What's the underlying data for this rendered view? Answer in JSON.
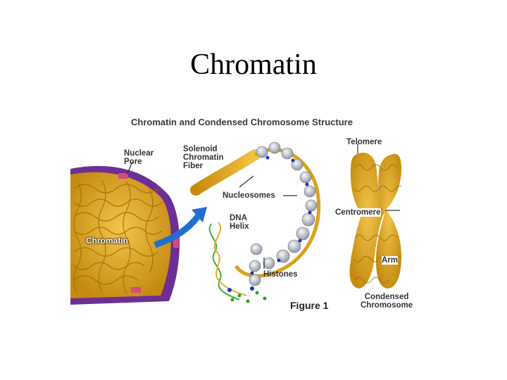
{
  "slide": {
    "title": "Chromatin"
  },
  "figure": {
    "title": "Chromatin and Condensed Chromosome Structure",
    "caption": "Figure 1",
    "labels": {
      "nuclear_pore": [
        "Nuclear",
        "Pore"
      ],
      "solenoid": [
        "Solenoid",
        "Chromatin",
        "Fiber"
      ],
      "nucleosomes": "Nucleosomes",
      "dna_helix": [
        "DNA",
        "Helix"
      ],
      "chromatin": "Chromatin",
      "histones": "Histones",
      "telomere": "Telomere",
      "centromere": "Centromere",
      "arm": "Arm",
      "condensed": [
        "Condensed",
        "Chromosome"
      ]
    }
  },
  "colors": {
    "chromatin_gold": "#d9a21b",
    "membrane_purple": "#7a3f9d",
    "arrow_blue": "#1f6fd1",
    "histone_gray": "#b8bcc6",
    "dna_green": "#3fae3a"
  }
}
